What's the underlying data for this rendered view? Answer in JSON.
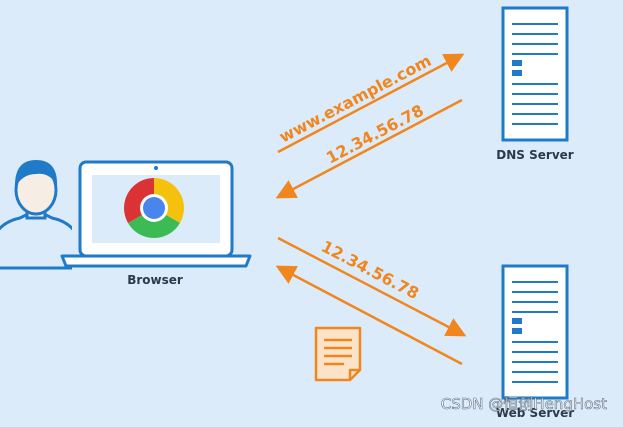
{
  "labels": {
    "dns_server": "DNS Server",
    "web_server": "Web Server",
    "browser": "Browser",
    "request_domain": "www.example.com",
    "dns_response_ip": "12.34.56.78",
    "web_request_ip": "12.34.56.78",
    "watermark": "CSDN @恒创HengHost"
  },
  "icons": {
    "user": "user-icon",
    "laptop": "laptop-icon",
    "browser_logo": "chrome-logo-icon",
    "dns_server": "server-icon",
    "web_server": "server-icon",
    "document": "document-icon"
  },
  "colors": {
    "background": "#dcebfa",
    "accent_blue": "#1f7bc8",
    "arrow_orange": "#f0861e",
    "text_dark": "#2b3a4a"
  }
}
